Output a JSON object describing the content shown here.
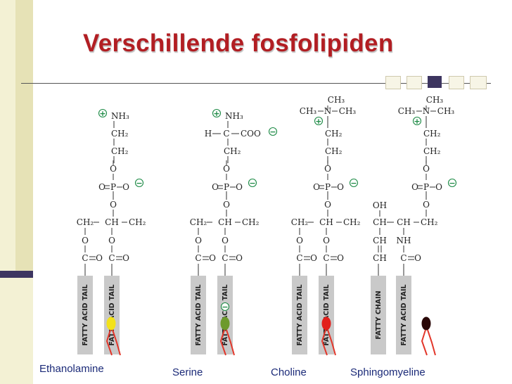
{
  "slide": {
    "title": "Verschillende fosfolipiden"
  },
  "labels": {
    "tail": "FATTY ACID TAIL",
    "chain": "FATTY CHAIN",
    "nh3": "NH₃",
    "ch2": "CH₂",
    "ch3": "CH₃",
    "ch": "CH",
    "c": "C",
    "o": "O",
    "p": "P",
    "n": "N",
    "h": "H",
    "coo": "COO",
    "oh": "OH",
    "nh": "NH",
    "plus": "+",
    "minus": "−"
  },
  "molecules": [
    {
      "name": "Ethanolamine",
      "head_color": "#f3e21a",
      "head_charge": ""
    },
    {
      "name": "Serine",
      "head_color": "#6d9a2c",
      "head_charge": "−"
    },
    {
      "name": "Choline",
      "head_color": "#e2201c",
      "head_charge": ""
    },
    {
      "name": "Sphingomyeline",
      "head_color": "#2a0707",
      "head_charge": ""
    }
  ],
  "colors": {
    "title": "#b21e23",
    "bonds": "#555555",
    "tail_box": "#c9c9c9",
    "charge": "#1c8a45",
    "caption": "#1b2a78",
    "lipid_tail": "#e2362a"
  }
}
